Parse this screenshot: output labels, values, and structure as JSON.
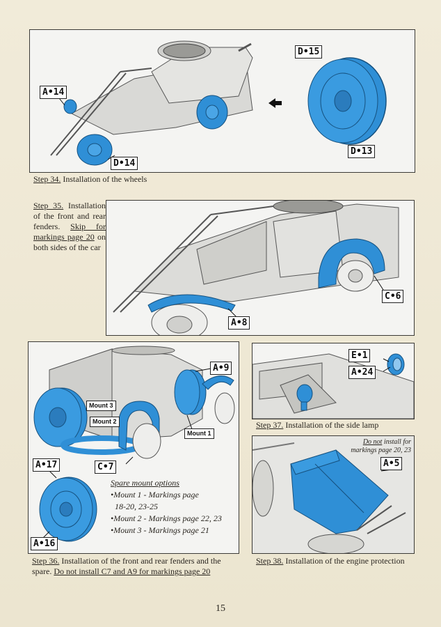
{
  "colors": {
    "accent_blue": "#2f8fd6",
    "panel_border": "#3b3a36",
    "paper": "#efe9d6"
  },
  "step34": {
    "labels": {
      "a14": "A•14",
      "d15": "D•15",
      "d14": "D•14",
      "d13": "D•13"
    },
    "caption_step": "Step 34.",
    "caption_text": "Installation of the wheels"
  },
  "step35": {
    "labels": {
      "a8": "A•8",
      "c6": "C•6"
    },
    "caption_step": "Step 35.",
    "caption_text1": "Installation of the front and rear fenders.",
    "caption_skip": "Skip for markings page 20",
    "caption_text2": "on both sides of the car"
  },
  "step36": {
    "labels": {
      "a9": "A•9",
      "a17": "A•17",
      "c7": "C•7",
      "a16": "A•16",
      "mount1": "Mount 1",
      "mount2": "Mount 2",
      "mount3": "Mount 3"
    },
    "spare_title": "Spare mount options",
    "options": [
      "•Mount 1 - Markings page",
      "18-20, 23-25",
      "•Mount 2 - Markings page 22, 23",
      "•Mount 3 - Markings page 21"
    ],
    "caption_step": "Step 36.",
    "caption_text1": "Installation of the front and rear fenders and the",
    "caption_text2": "spare.",
    "caption_skip": "Do not install C7 and A9 for markings page 20"
  },
  "step37": {
    "labels": {
      "e1": "E•1",
      "a24": "A•24"
    },
    "caption_step": "Step 37.",
    "caption_text": "Installation of the side lamp"
  },
  "step38": {
    "labels": {
      "a5": "A•5"
    },
    "note_do_not": "Do not",
    "note_rest": "install for",
    "note_line2": "markings page 20, 23",
    "caption_step": "Step 38.",
    "caption_text": "Installation of the engine protection"
  },
  "page_number": "15"
}
